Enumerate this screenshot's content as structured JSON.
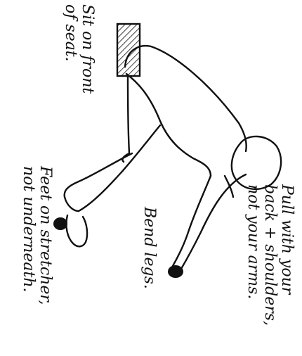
{
  "colors": {
    "ink": "#111111",
    "paper": "#ffffff"
  },
  "annotations": {
    "seat_line1": "Sit on front",
    "seat_line2": "of seat.",
    "pull_line1": "Pull with your",
    "pull_line2": "back + shoulders,",
    "pull_line3": "not your arms.",
    "legs": "Bend legs.",
    "feet_line1": "Feet on stretcher,",
    "feet_line2": "not underneath."
  },
  "figure": {
    "parts": [
      "seat",
      "body",
      "head",
      "arm",
      "hand",
      "legs",
      "foot"
    ]
  }
}
